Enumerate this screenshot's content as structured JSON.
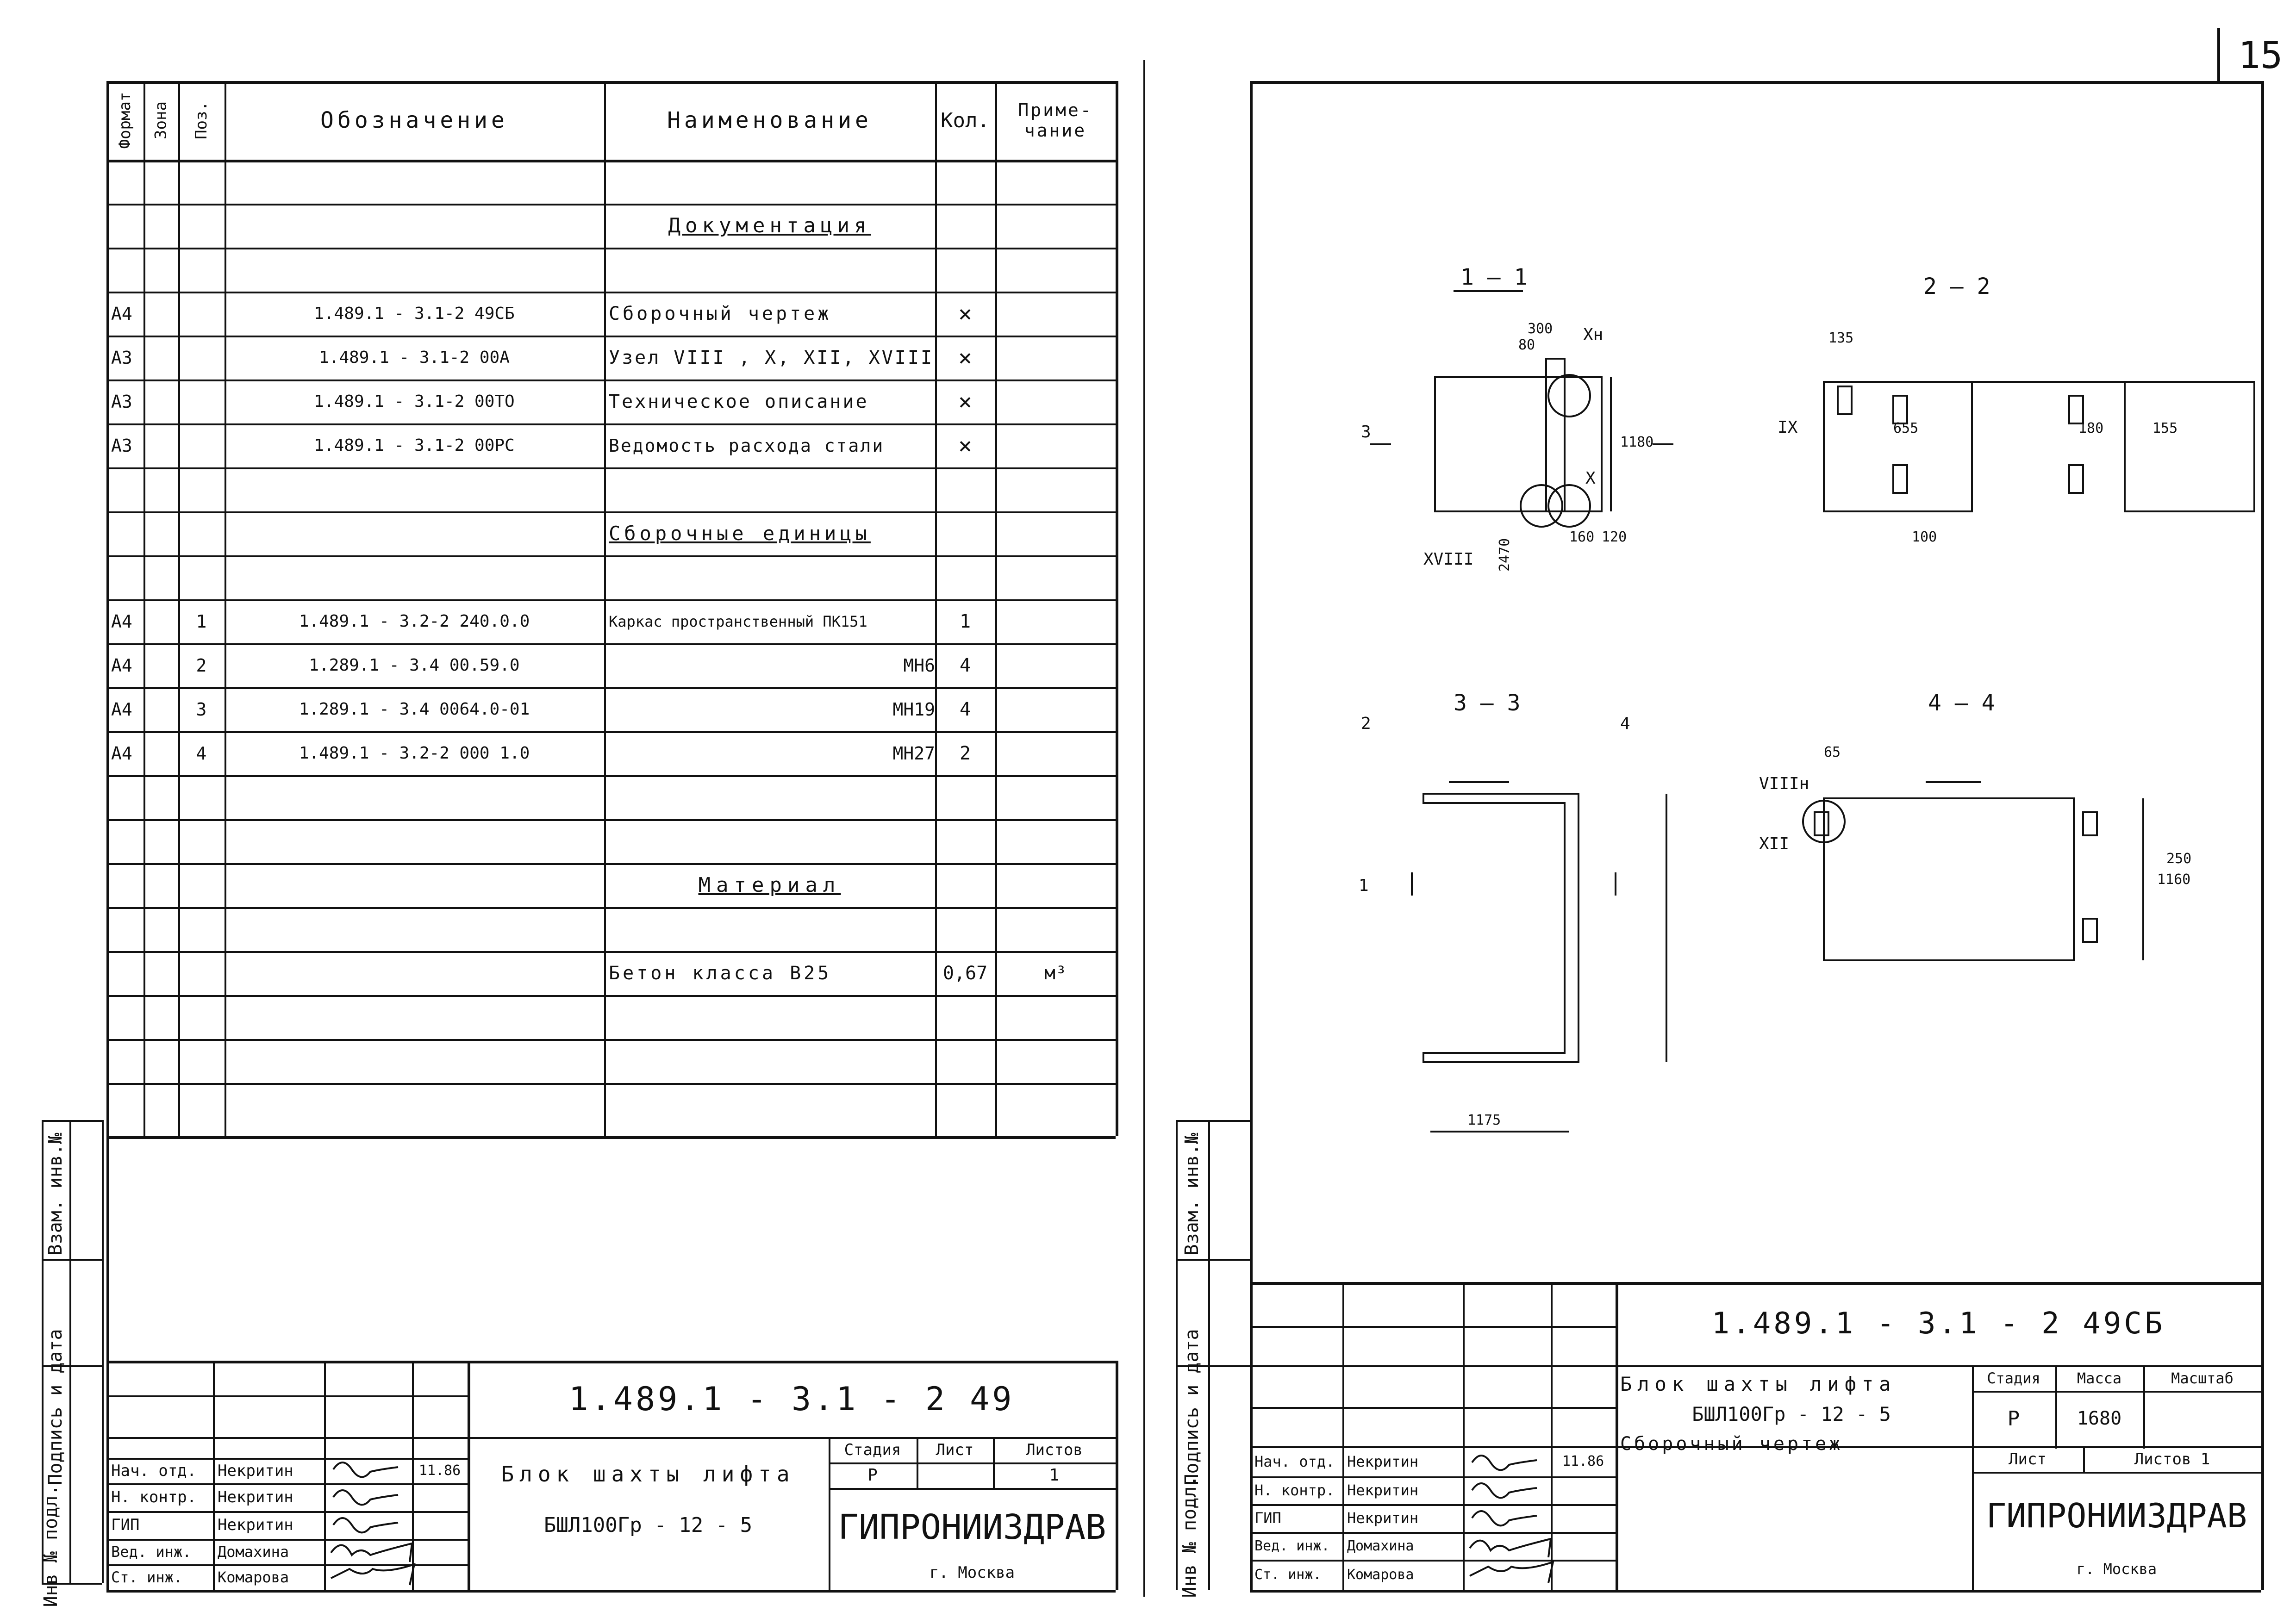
{
  "page_number": "15",
  "left_sheet": {
    "side_labels": [
      "Инв № подл.",
      "Подпись и дата",
      "Взам. инв.№"
    ],
    "headers": {
      "format": "Формат",
      "zone": "Зона",
      "pos": "Поз.",
      "designation": "Обозначение",
      "name": "Наименование",
      "qty": "Кол.",
      "note": "Приме-чание"
    },
    "sections": {
      "documentation": "Документация",
      "assembly_units": "Сборочные единицы",
      "material": "Материал"
    },
    "documentation_rows": [
      {
        "format": "А4",
        "designation": "1.489.1 - 3.1-2 49СБ",
        "name": "Сборочный чертеж",
        "qty": "×"
      },
      {
        "format": "А3",
        "designation": "1.489.1 - 3.1-2 00А",
        "name": "Узел VIII , X, XII, XVIII",
        "qty": "×"
      },
      {
        "format": "А3",
        "designation": "1.489.1 - 3.1-2 00ТО",
        "name": "Техническое описание",
        "qty": "×"
      },
      {
        "format": "А3",
        "designation": "1.489.1 - 3.1-2 00РС",
        "name": "Ведомость расхода стали",
        "qty": "×"
      }
    ],
    "assembly_rows": [
      {
        "format": "А4",
        "pos": "1",
        "designation": "1.489.1 - 3.2-2 240.0.0",
        "name": "Каркас пространственный ПК151",
        "qty": "1"
      },
      {
        "format": "А4",
        "pos": "2",
        "designation": "1.289.1 - 3.4 00.59.0",
        "name": "МН6",
        "qty": "4"
      },
      {
        "format": "А4",
        "pos": "3",
        "designation": "1.289.1 - 3.4 0064.0-01",
        "name": "МН19",
        "qty": "4"
      },
      {
        "format": "А4",
        "pos": "4",
        "designation": "1.489.1 - 3.2-2 000 1.0",
        "name": "МН27",
        "qty": "2"
      }
    ],
    "material_row": {
      "name": "Бетон класса В25",
      "qty": "0,67",
      "note": "м³"
    },
    "stamp": {
      "code": "1.489.1 - 3.1 - 2 49",
      "title": "Блок шахты лифта",
      "subtitle": "БШЛ100Гр - 12 - 5",
      "stage_label": "Стадия",
      "sheet_label": "Лист",
      "sheets_label": "Листов",
      "stage": "Р",
      "sheets": "1",
      "company": "ГИПРОНИИЗДРАВ",
      "city": "г. Москва",
      "people": [
        {
          "role": "Нач. отд.",
          "name": "Некритин",
          "date": "11.86"
        },
        {
          "role": "Н. контр.",
          "name": "Некритин",
          "date": ""
        },
        {
          "role": "ГИП",
          "name": "Некритин",
          "date": ""
        },
        {
          "role": "Вед. инж.",
          "name": "Домахина",
          "date": ""
        },
        {
          "role": "Ст. инж.",
          "name": "Комарова",
          "date": ""
        }
      ]
    }
  },
  "right_sheet": {
    "side_labels": [
      "Инв № подл.",
      "Подпись и дата",
      "Взам. инв.№"
    ],
    "sections": {
      "s11": "1 — 1",
      "s22": "2 — 2",
      "s33": "3 — 3",
      "s44": "4 — 4"
    },
    "dims": {
      "d80": "80",
      "d300": "300",
      "d1180": "1180",
      "d120": "120",
      "d160": "160",
      "d135": "135",
      "d180": "180",
      "d655": "655",
      "d100": "100",
      "d250": "250",
      "d155": "155",
      "d2470": "2470",
      "d1175": "1175",
      "d65": "65",
      "d1160": "1160"
    },
    "markers": {
      "m1": "1",
      "m2": "2",
      "m3": "3",
      "m4": "4",
      "xh": "Xн",
      "x": "X",
      "ix": "IX",
      "xviii": "XVIII",
      "viiih": "VIIIн",
      "xii": "XII"
    },
    "stamp": {
      "code": "1.489.1 - 3.1 - 2 49СБ",
      "title": "Блок шахты лифта",
      "subtitle": "БШЛ100Гр - 12 - 5",
      "doc_type": "Сборочный чертеж",
      "stage_label": "Стадия",
      "mass_label": "Масса",
      "scale_label": "Масштаб",
      "stage": "Р",
      "mass": "1680",
      "sheet_label": "Лист",
      "sheets_label": "Листов 1",
      "company": "ГИПРОНИИЗДРАВ",
      "city": "г. Москва",
      "people": [
        {
          "role": "Нач. отд.",
          "name": "Некритин",
          "date": "11.86"
        },
        {
          "role": "Н. контр.",
          "name": "Некритин",
          "date": ""
        },
        {
          "role": "ГИП",
          "name": "Некритин",
          "date": ""
        },
        {
          "role": "Вед. инж.",
          "name": "Домахина",
          "date": ""
        },
        {
          "role": "Ст. инж.",
          "name": "Комарова",
          "date": ""
        }
      ]
    }
  }
}
